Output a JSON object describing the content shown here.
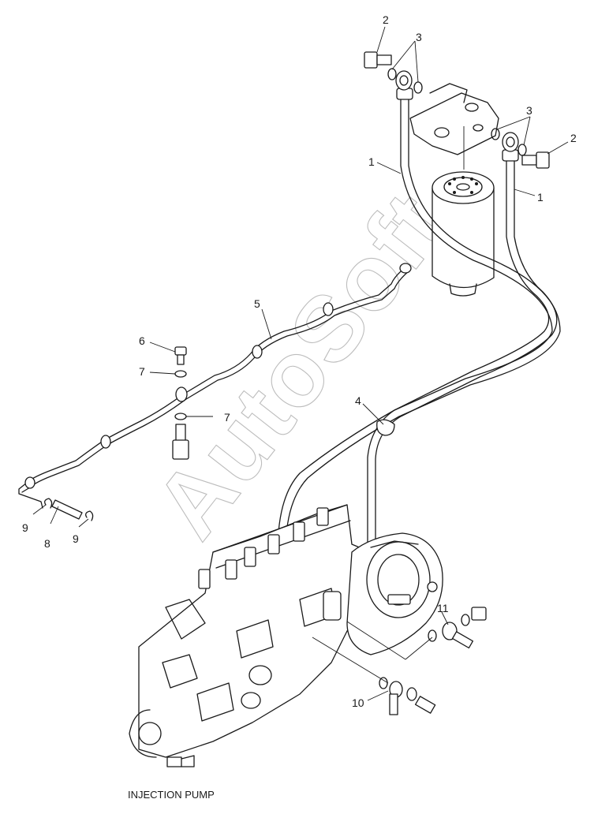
{
  "watermark": "AutoSoft",
  "caption": "INJECTION PUMP",
  "callouts": [
    "1",
    "1",
    "2",
    "2",
    "3",
    "3",
    "4",
    "5",
    "6",
    "7",
    "7",
    "8",
    "9",
    "9",
    "10",
    "11"
  ],
  "colors": {
    "ink": "#1a1a1a",
    "watermark": "#bdbdbd",
    "background": "#ffffff"
  }
}
